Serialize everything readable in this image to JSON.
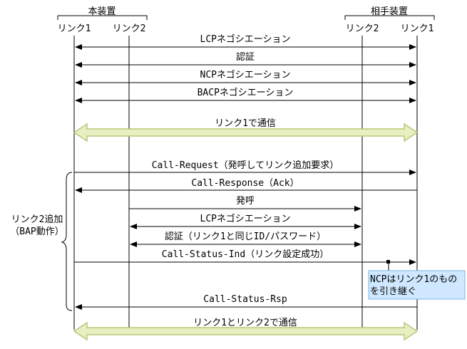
{
  "local_device": {
    "title": "本装置",
    "link1": "リンク1",
    "link2": "リンク2"
  },
  "remote_device": {
    "title": "相手装置",
    "link2": "リンク2",
    "link1": "リンク1"
  },
  "messages": [
    {
      "id": "lcp-link1",
      "label": "LCPネゴシエーション"
    },
    {
      "id": "auth-link1",
      "label": "認証"
    },
    {
      "id": "ncp-link1",
      "label": "NCPネゴシエーション"
    },
    {
      "id": "bacp-link1",
      "label": "BACPネゴシエーション"
    },
    {
      "id": "comm-link1",
      "label": "リンク1で通信"
    },
    {
      "id": "call-request",
      "label": "Call-Request（発呼してリンク追加要求）"
    },
    {
      "id": "call-response",
      "label": "Call-Response（Ack）"
    },
    {
      "id": "dial",
      "label": "発呼"
    },
    {
      "id": "lcp-link2",
      "label": "LCPネゴシエーション"
    },
    {
      "id": "auth-link2",
      "label": "認証（リンク1と同じID/パスワード）"
    },
    {
      "id": "call-status-ind",
      "label": "Call-Status-Ind（リンク設定成功）"
    },
    {
      "id": "call-status-rsp",
      "label": "Call-Status-Rsp"
    },
    {
      "id": "comm-both",
      "label": "リンク1とリンク2で通信"
    }
  ],
  "bracket_label": {
    "line1": "リンク2追加",
    "line2": "（BAP動作）"
  },
  "note": {
    "line1": "NCPはリンク1のもの",
    "line2": "を引き継ぐ"
  },
  "colors": {
    "thick_arrow_fill": "#e8efc0",
    "thick_arrow_stroke": "#b5c87a",
    "note_fill": "#cfe8ff",
    "note_stroke": "#7fb4e0"
  }
}
